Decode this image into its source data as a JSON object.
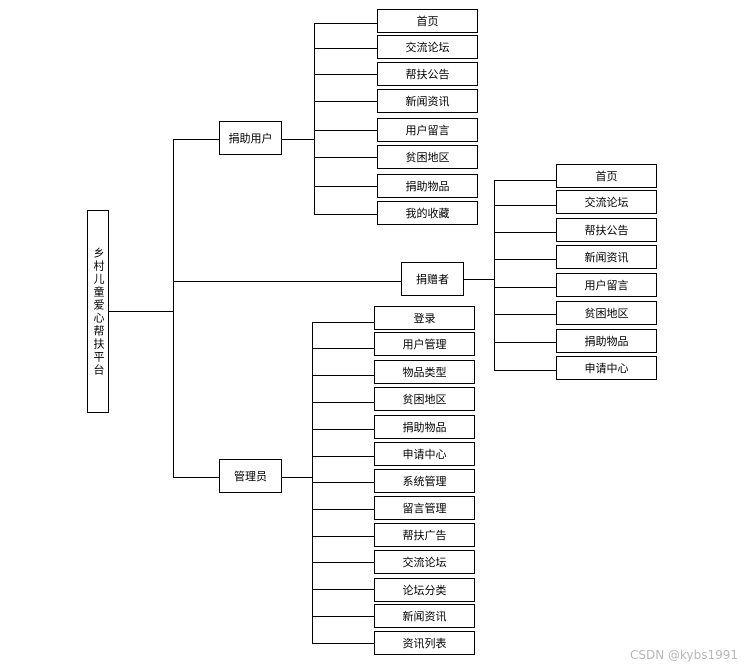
{
  "root": "乡村儿童爱心帮扶平台",
  "branches": {
    "helper": {
      "label": "捐助用户",
      "items": [
        "首页",
        "交流论坛",
        "帮扶公告",
        "新闻资讯",
        "用户留言",
        "贫困地区",
        "捐助物品",
        "我的收藏"
      ]
    },
    "donor": {
      "label": "捐赠者",
      "items": [
        "首页",
        "交流论坛",
        "帮扶公告",
        "新闻资讯",
        "用户留言",
        "贫困地区",
        "捐助物品",
        "申请中心"
      ]
    },
    "admin": {
      "label": "管理员",
      "items": [
        "登录",
        "用户管理",
        "物品类型",
        "贫困地区",
        "捐助物品",
        "申请中心",
        "系统管理",
        "留言管理",
        "帮扶广告",
        "交流论坛",
        "论坛分类",
        "新闻资讯",
        "资讯列表"
      ]
    }
  },
  "watermark": "CSDN @kybs1991"
}
